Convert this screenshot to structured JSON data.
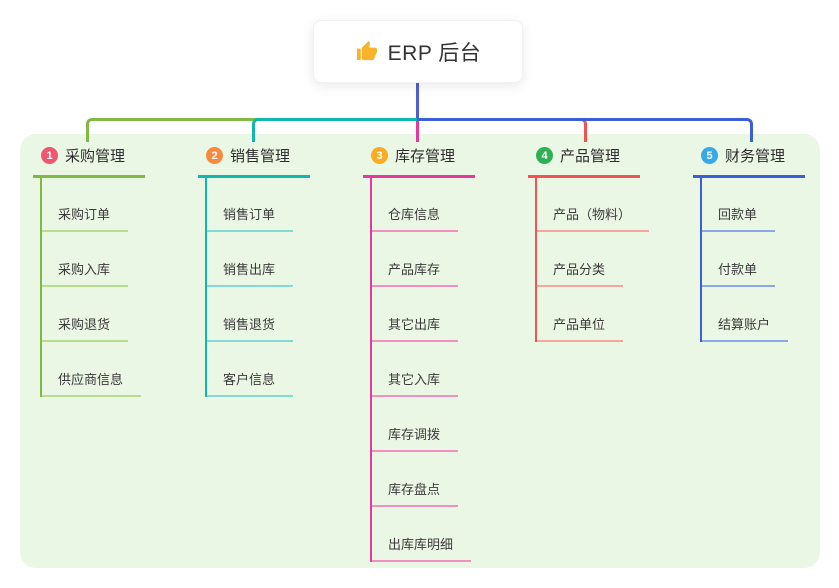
{
  "root": {
    "title": "ERP 后台",
    "icon": "thumbs-up-icon",
    "icon_color": "#f7b32a"
  },
  "colors": {
    "stem": "#4f5fd2",
    "panel_bg": "#ebf7e5",
    "card_bg": "#ffffff",
    "text_dark": "#2d2d2d"
  },
  "branches": [
    {
      "index": "1",
      "title": "采购管理",
      "badge_color": "#ef5670",
      "line_color": "#82b944",
      "light_color": "#b7dc8e",
      "children": [
        "采购订单",
        "采购入库",
        "采购退货",
        "供应商信息"
      ]
    },
    {
      "index": "2",
      "title": "销售管理",
      "badge_color": "#f88a3d",
      "line_color": "#10b7b0",
      "light_color": "#86d8d2",
      "children": [
        "销售订单",
        "销售出库",
        "销售退货",
        "客户信息"
      ]
    },
    {
      "index": "3",
      "title": "库存管理",
      "badge_color": "#fbab1f",
      "line_color": "#e53a9d",
      "light_color": "#f48fc1",
      "children": [
        "仓库信息",
        "产品库存",
        "其它出库",
        "其它入库",
        "库存调拨",
        "库存盘点",
        "出库库明细"
      ]
    },
    {
      "index": "4",
      "title": "产品管理",
      "badge_color": "#2fb054",
      "line_color": "#f15252",
      "light_color": "#f5a6a0",
      "children": [
        "产品（物料）",
        "产品分类",
        "产品单位"
      ]
    },
    {
      "index": "5",
      "title": "财务管理",
      "badge_color": "#36a9e8",
      "line_color": "#3c5fd8",
      "light_color": "#8ea6e8",
      "children": [
        "回款单",
        "付款单",
        "结算账户"
      ]
    }
  ]
}
